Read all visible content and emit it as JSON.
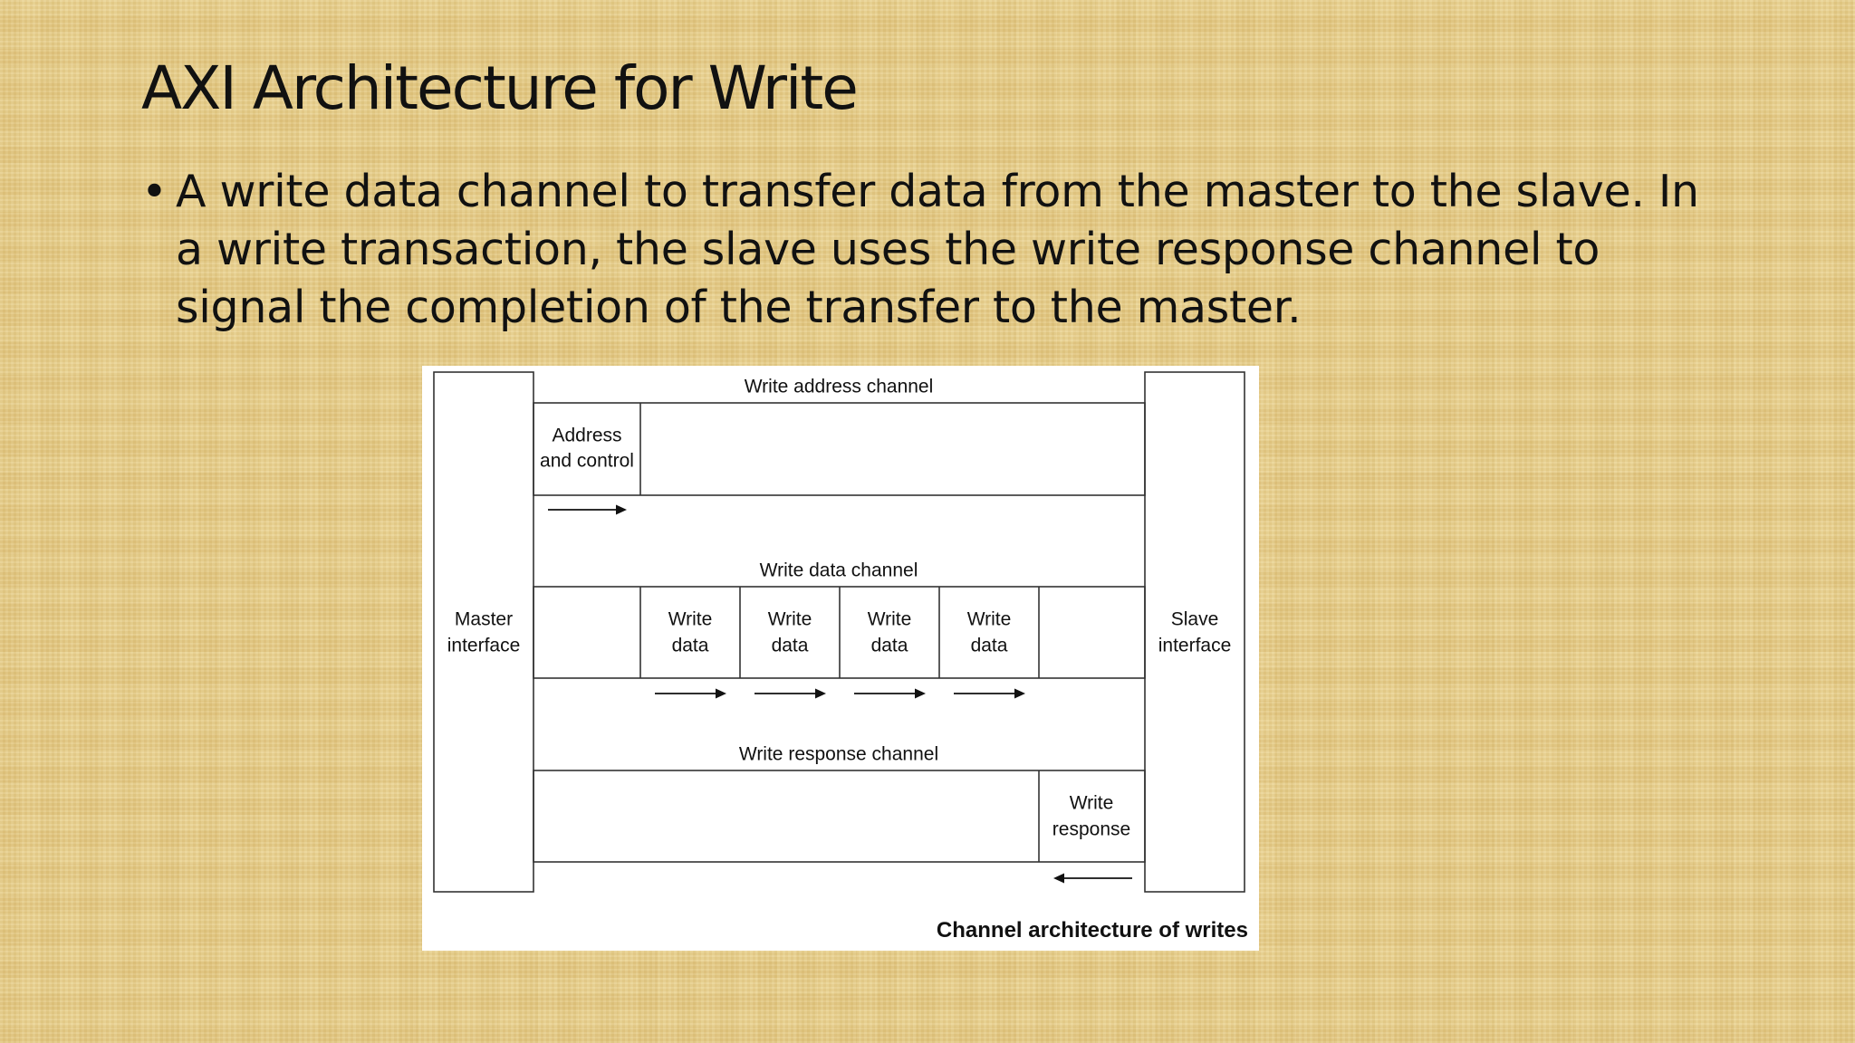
{
  "slide": {
    "title": "AXI Architecture for Write",
    "bullets": [
      {
        "glyph": "•",
        "text": "A write data channel to transfer data from the master to the slave. In a write transaction, the slave uses the write response channel to signal the completion of the transfer to the master."
      }
    ]
  },
  "diagram": {
    "master_label": [
      "Master",
      "interface"
    ],
    "slave_label": [
      "Slave",
      "interface"
    ],
    "channels": {
      "address": {
        "title": "Write address channel",
        "cell": [
          "Address",
          "and control"
        ]
      },
      "data": {
        "title": "Write data channel",
        "cells": [
          [
            "Write",
            "data"
          ],
          [
            "Write",
            "data"
          ],
          [
            "Write",
            "data"
          ],
          [
            "Write",
            "data"
          ]
        ]
      },
      "response": {
        "title": "Write response channel",
        "cell": [
          "Write",
          "response"
        ]
      }
    },
    "caption": "Channel architecture of writes"
  }
}
